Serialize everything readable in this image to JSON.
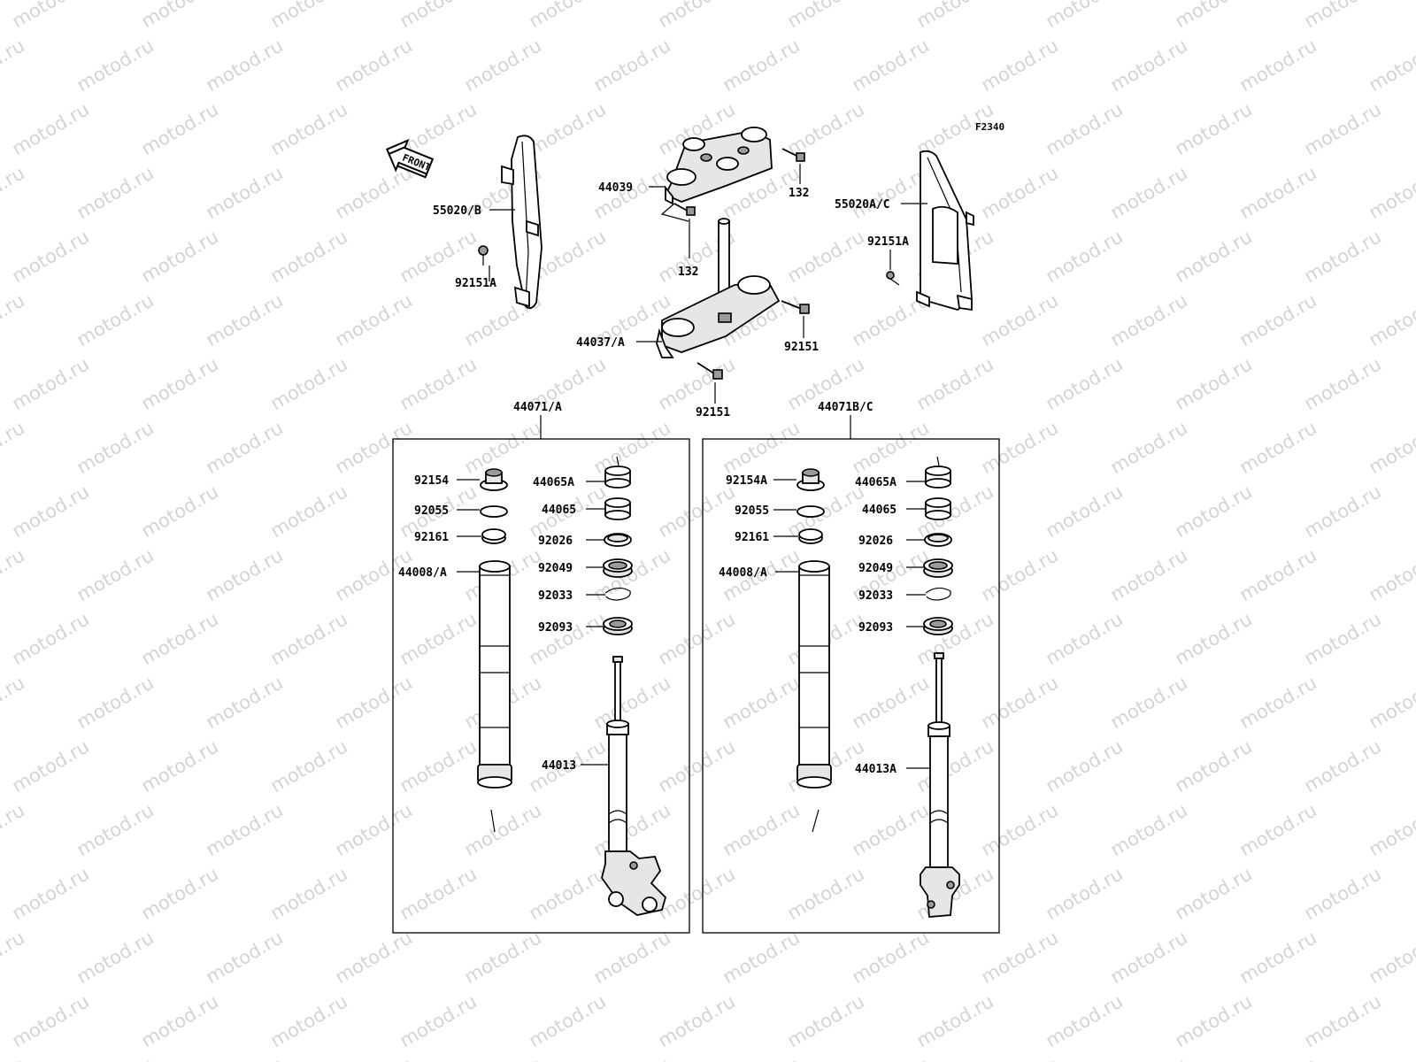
{
  "watermark": "motod.ru",
  "figure_code": "F2340",
  "front_arrow_text": "FRONT",
  "top_labels": {
    "fork_guard_left": "55020/B",
    "bolt_left_guard": "92151A",
    "upper_bracket": "44039",
    "bolt_132_upper": "132",
    "bolt_132_lower": "132",
    "lower_bracket": "44037/A",
    "bolt_92151_right": "92151",
    "bolt_92151_bottom": "92151",
    "fork_guard_right": "55020A/C",
    "bolt_right_guard": "92151A"
  },
  "left_fork": {
    "title": "44071/A",
    "parts": {
      "cap_bolt": "92154",
      "o_ring": "92055",
      "washer": "92161",
      "outer_tube": "44008/A",
      "bush_upper": "44065A",
      "bush_lower": "44065",
      "washer_seal": "92026",
      "oil_seal": "92049",
      "circlip": "92033",
      "dust_seal": "92093",
      "inner_tube": "44013"
    }
  },
  "right_fork": {
    "title": "44071B/C",
    "parts": {
      "cap_bolt": "92154A",
      "o_ring": "92055",
      "washer": "92161",
      "outer_tube": "44008/A",
      "bush_upper": "44065A",
      "bush_lower": "44065",
      "washer_seal": "92026",
      "oil_seal": "92049",
      "circlip": "92033",
      "dust_seal": "92093",
      "inner_tube": "44013A"
    }
  }
}
